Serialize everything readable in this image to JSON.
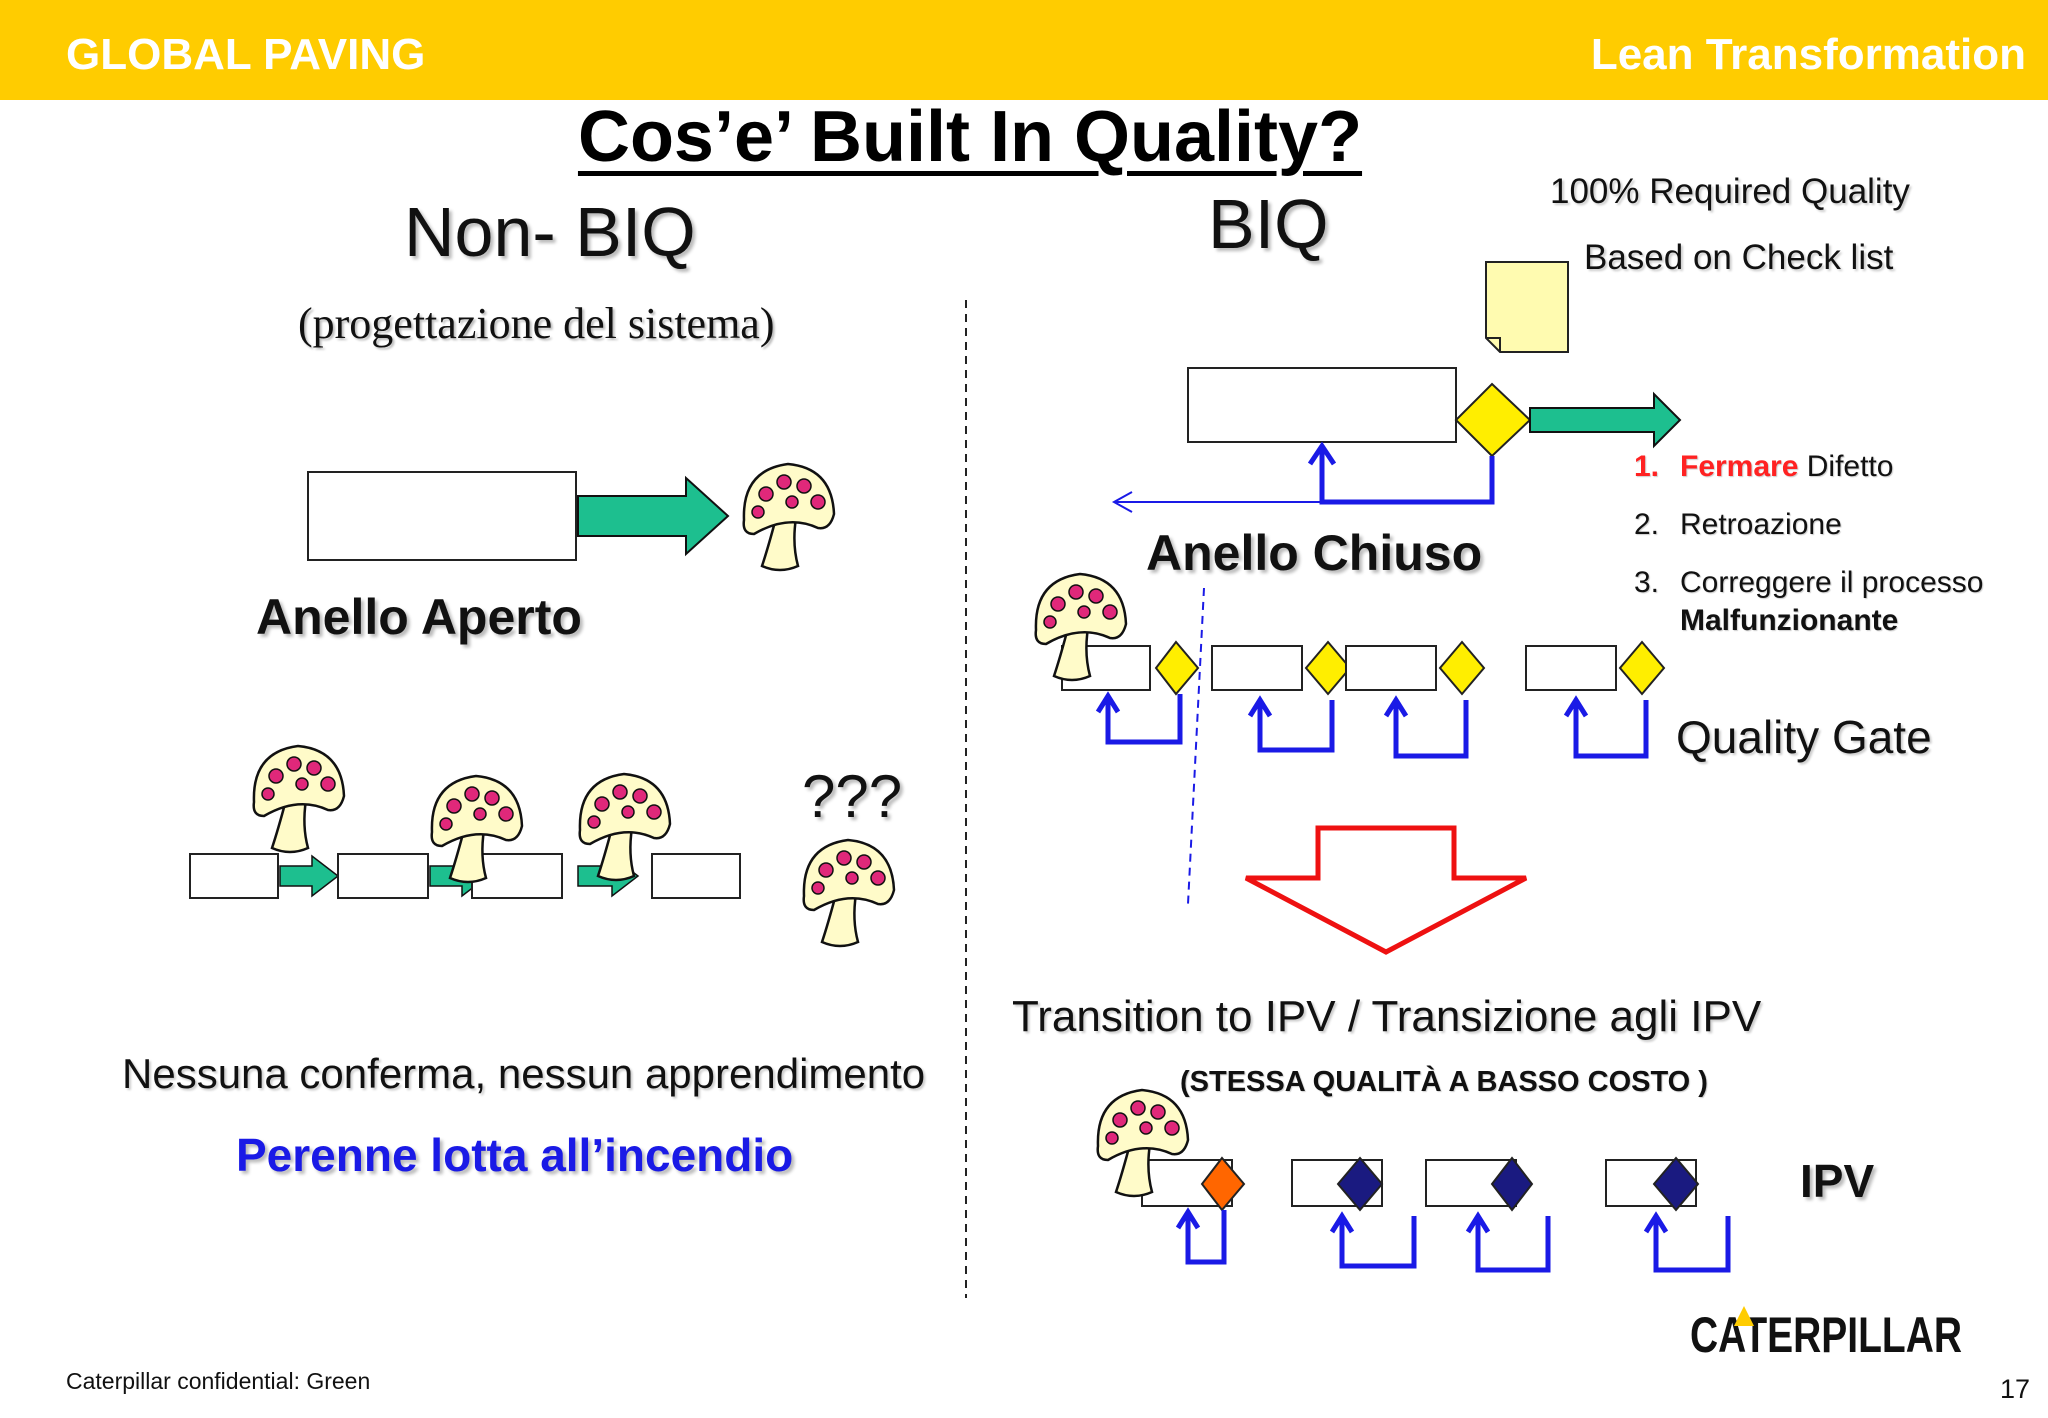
{
  "header": {
    "left": "GLOBAL PAVING",
    "right": "Lean Transformation"
  },
  "title": "Cos’e’ Built In Quality?",
  "left_panel": {
    "heading": "Non- BIQ",
    "subheading": "(progettazione del sistema)",
    "open_loop_label": "Anello Aperto",
    "question_marks": "???",
    "no_confirmation": "Nessuna conferma, nessun apprendimento",
    "firefighting": "Perenne lotta all’incendio"
  },
  "right_panel": {
    "heading": "BIQ",
    "required_quality_1": "100% Required  Quality",
    "required_quality_2": "Based on Check list",
    "closed_loop_label": "Anello Chiuso",
    "steps": [
      {
        "num": "1.",
        "highlight": "Fermare",
        "rest": " Difetto"
      },
      {
        "num": "2.",
        "text": "Retroazione"
      },
      {
        "num": "3.",
        "text": "Correggere il processo",
        "bold": "Malfunzionante"
      }
    ],
    "quality_gate_label": "Quality Gate",
    "transition": "Transition  to IPV / Transizione agli IPV",
    "transition_sub": "(STESSA QUALITÀ A BASSO COSTO )",
    "ipv_label": "IPV"
  },
  "footer": {
    "confidential": "Caterpillar confidential: Green",
    "page": "17",
    "logo": "CATERPILLAR"
  },
  "colors": {
    "header": "#ffcc00",
    "teal_arrow": "#1dbf8f",
    "loop_blue": "#1a1ae6",
    "quality_gate": "#ffee00",
    "ipv_diamond": "#1a1a80",
    "defect_diamond": "#ff6600",
    "highlight_red": "#ff2222",
    "firefighting_blue": "#1a1ae6",
    "big_arrow": "#ee1111"
  },
  "icons": [
    "mushroom-icon",
    "checklist-note-icon",
    "caterpillar-logo"
  ]
}
